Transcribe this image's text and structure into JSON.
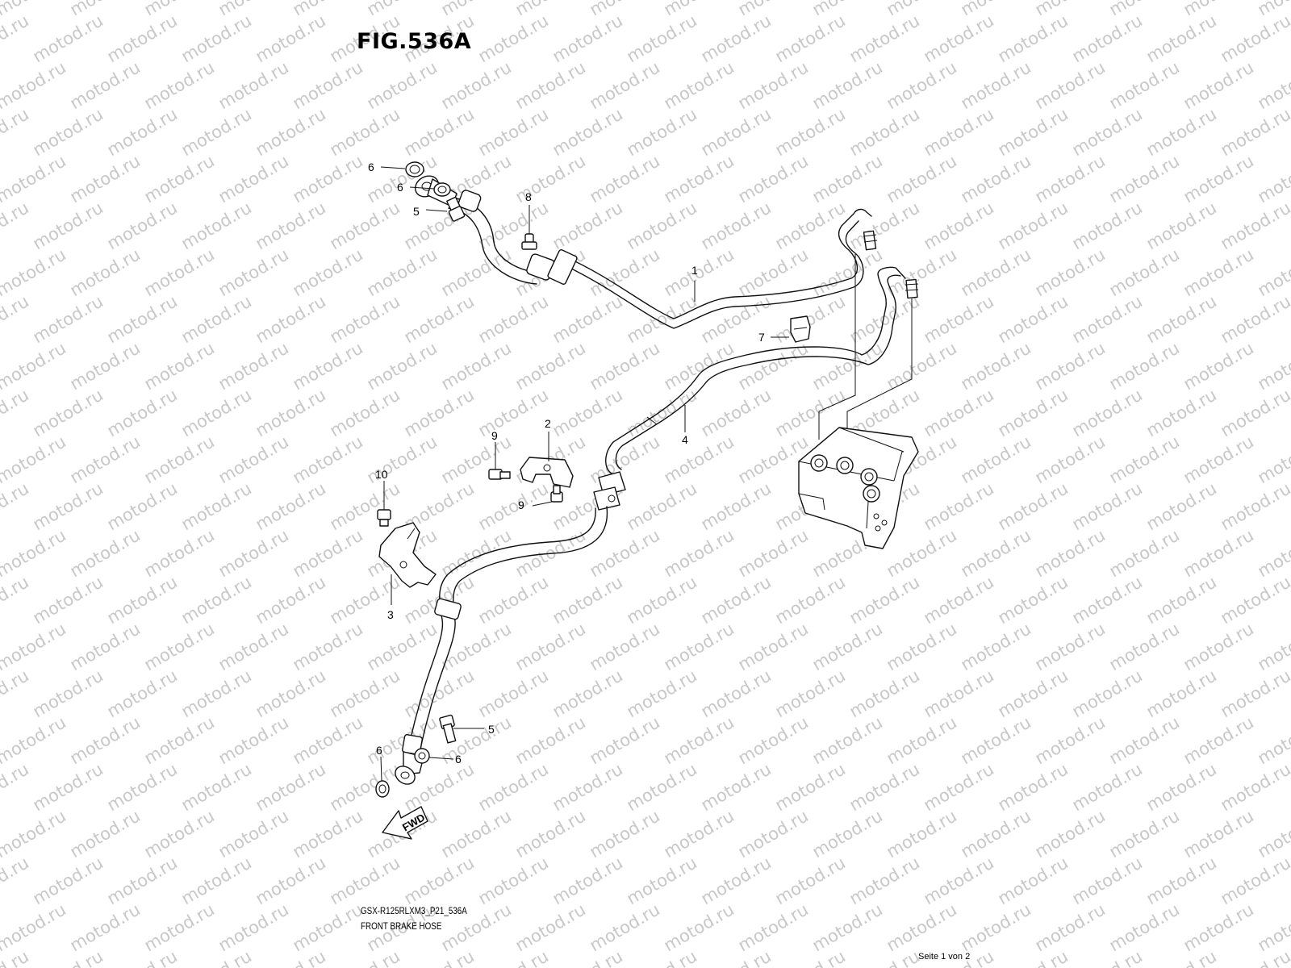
{
  "figure": {
    "title": "FIG.536A",
    "model_code": "GSX-R125RLXM3_P21_536A",
    "name": "FRONT BRAKE HOSE",
    "page_indicator": "Seite 1 von 2"
  },
  "watermark": {
    "text": "motod.ru",
    "color": "#c8c8c8"
  },
  "fwd_arrow": {
    "label": "FWD"
  },
  "callouts": [
    {
      "id": "callout-1",
      "label": "1"
    },
    {
      "id": "callout-2",
      "label": "2"
    },
    {
      "id": "callout-3",
      "label": "3"
    },
    {
      "id": "callout-4",
      "label": "4"
    },
    {
      "id": "callout-5a",
      "label": "5"
    },
    {
      "id": "callout-5b",
      "label": "5"
    },
    {
      "id": "callout-6a",
      "label": "6"
    },
    {
      "id": "callout-6b",
      "label": "6"
    },
    {
      "id": "callout-6c",
      "label": "6"
    },
    {
      "id": "callout-6d",
      "label": "6"
    },
    {
      "id": "callout-7",
      "label": "7"
    },
    {
      "id": "callout-8",
      "label": "8"
    },
    {
      "id": "callout-9a",
      "label": "9"
    },
    {
      "id": "callout-9b",
      "label": "9"
    },
    {
      "id": "callout-10",
      "label": "10"
    }
  ]
}
